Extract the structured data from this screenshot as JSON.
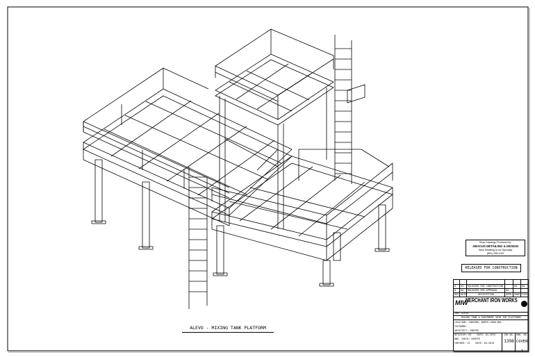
{
  "drawing": {
    "caption": "ALEVO - MIXING TANK PLATFORM"
  },
  "detailer_stamp": {
    "line1": "Shop Drawings Produced by:",
    "line2": "ABACUS DETAILING & DESIGN",
    "line3": "Steel Detailing is our Specialty",
    "line4": "(801) 298-1143"
  },
  "release_note": "RELEASED FOR CONSTRUCTION",
  "revisions": {
    "headers": [
      "REV.",
      "DATE",
      "DESCRIPTION",
      "APPR.",
      "SHOP",
      "FIELD"
    ],
    "rows": [
      [
        "0",
        "04-03",
        "RELEASED FOR CONSTRUCTION",
        "",
        "04-03",
        "04-03"
      ],
      [
        "A",
        "04-06",
        "RELEASED FOR APPROVAL",
        "04-06",
        "",
        ""
      ]
    ]
  },
  "company": {
    "logo": "MIW",
    "name": "MERCHANT IRON WORKS"
  },
  "title_block": {
    "job": "JOB: ALEVO",
    "description": "MIXING TANK & EQUIPMENT SKID TOP PLATFORMS",
    "location": "LOCATION: CONCORD, NORTH CAROLINA",
    "customer": "CUSTOMER: _",
    "architect": "ARCHITECT: PORTER",
    "detailer": "DETAILER: BS",
    "detailer_date": "DATE: 04-2015",
    "dwg_check": "DWG. CHECK: DSMCPE",
    "checker": "CHECKER: JS",
    "checker_date": "DATE: 04-2015",
    "job_no_label": "JOB NO.",
    "job_no": "1398",
    "dwg_no_label": "DWG. NO.",
    "dwg_no": "COVER-1"
  }
}
